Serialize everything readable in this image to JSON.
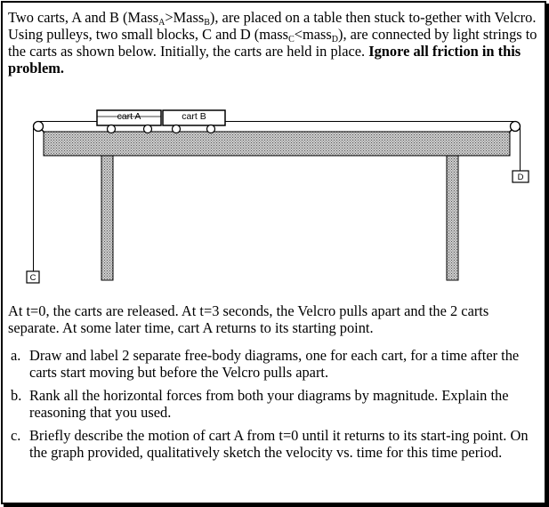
{
  "intro": {
    "p1": "Two carts, A and B (Mass",
    "sub_a": "A",
    "p2": ">Mass",
    "sub_b": "B",
    "p3": "), are placed on a table then stuck to-gether with Velcro. Using pulleys, two small blocks, C and D (mass",
    "sub_c": "C",
    "p4": "<mass",
    "sub_d": "D",
    "p5": "), are connected by light strings to the carts as shown below. Initially, the carts are held in place. ",
    "emphasis": "Ignore all friction in this problem."
  },
  "diagram": {
    "cart_a_label": "cart A",
    "cart_b_label": "cart B",
    "block_c_label": "C",
    "block_d_label": "D"
  },
  "after_text": "At t=0, the carts are released. At t=3 seconds, the Velcro pulls apart and the 2 carts separate. At some later time, cart A returns to its starting point.",
  "questions": [
    {
      "label": "a.",
      "text": "Draw and label 2 separate free-body diagrams, one for each cart, for a time after the carts start moving but before the Velcro pulls apart."
    },
    {
      "label": "b.",
      "text": "Rank all the horizontal forces from both your diagrams by magnitude. Explain the reasoning that you used."
    },
    {
      "label": "c.",
      "text": "Briefly describe the motion of cart A from t=0 until it returns to its start-ing point. On the graph provided, qualitatively sketch the velocity vs. time for this time period."
    }
  ]
}
